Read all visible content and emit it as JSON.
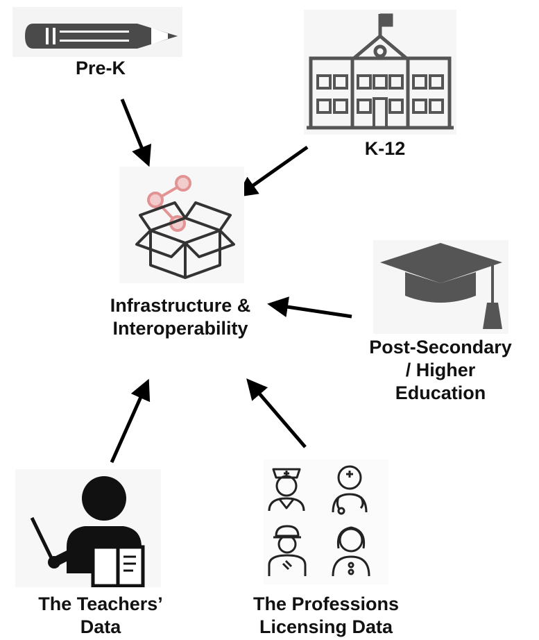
{
  "diagram": {
    "center": {
      "label_line1": "Infrastructure &",
      "label_line2": "Interoperability",
      "icon": "share-box-icon"
    },
    "sources": [
      {
        "id": "pre-k",
        "label_lines": [
          "Pre-K"
        ],
        "icon": "pencil-icon"
      },
      {
        "id": "k12",
        "label_lines": [
          "K-12"
        ],
        "icon": "school-building-icon"
      },
      {
        "id": "higher-ed",
        "label_lines": [
          "Post-Secondary",
          "/ Higher",
          "Education"
        ],
        "icon": "graduation-cap-icon"
      },
      {
        "id": "teachers",
        "label_lines": [
          "The Teachers’",
          "Data"
        ],
        "icon": "teacher-icon"
      },
      {
        "id": "professions",
        "label_lines": [
          "The Professions",
          "Licensing Data"
        ],
        "icon": "professionals-icon"
      }
    ]
  },
  "colors": {
    "text": "#111111",
    "arrow": "#000000",
    "icon_gray": "#555555",
    "share_accent": "#d9534f"
  }
}
